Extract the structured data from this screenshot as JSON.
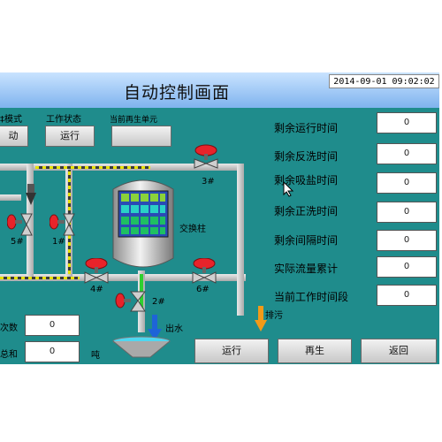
{
  "header": {
    "title": "自动控制画面",
    "datetime": "2014-09-01 09:02:02"
  },
  "top_labels": {
    "mode": "‡模式",
    "work_state": "工作状态",
    "regen_unit": "当前再生单元"
  },
  "status_buttons": {
    "mode_value": "动",
    "work_state_value": "运行",
    "regen_unit_value": ""
  },
  "vessel_label": "交换柱",
  "valves": {
    "v1": "1#",
    "v2": "2#",
    "v3": "3#",
    "v4": "4#",
    "v5": "5#",
    "v6": "6#"
  },
  "flow_labels": {
    "outlet": "出水",
    "drain": "排污"
  },
  "timers": [
    {
      "label": "剩余运行时间",
      "value": "0"
    },
    {
      "label": "剩余反洗时间",
      "value": "0"
    },
    {
      "label": "剩余吸盐时间",
      "value": "0"
    },
    {
      "label": "剩余正洗时间",
      "value": "0"
    },
    {
      "label": "剩余间隔时间",
      "value": "0"
    },
    {
      "label": "实际流量累计",
      "value": "0"
    },
    {
      "label": "当前工作时间段",
      "value": "0"
    }
  ],
  "counters": {
    "count_label": "次数",
    "count_value": "0",
    "total_label": "总和",
    "total_value": "0",
    "total_unit": "吨"
  },
  "buttons": {
    "run": "运行",
    "regen": "再生",
    "back": "返回"
  },
  "colors": {
    "screen_bg": "#1f8c8c",
    "valve_red": "#e8232a",
    "outlet_arrow": "#1e64d8",
    "drain_arrow": "#f29a18"
  }
}
